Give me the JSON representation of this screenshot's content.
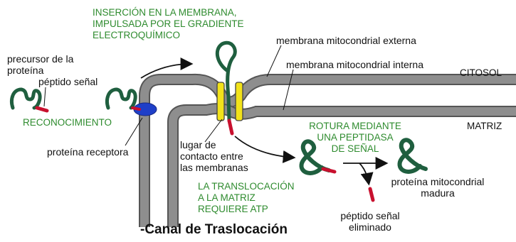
{
  "title_heading": {
    "line1": "INSERCIÓN EN LA MEMBRANA,",
    "line2": "IMPULSADA POR EL GRADIENTE",
    "line3": "ELECTROQUÍMICO"
  },
  "labels": {
    "precursor_line1": "precursor de la",
    "precursor_line2": "proteína",
    "signal_peptide": "péptido señal",
    "recognition": "RECONOCIMIENTO",
    "receptor_protein": "proteína receptora",
    "outer_membrane": "membrana mitocondrial externa",
    "inner_membrane": "membrana mitocondrial interna",
    "cytosol": "CITOSOL",
    "matrix": "MATRIZ",
    "contact_line1": "lugar de",
    "contact_line2": "contacto entre",
    "contact_line3": "las membranas",
    "cleavage_line1": "ROTURA MEDIANTE",
    "cleavage_line2": "UNA PEPTIDASA",
    "cleavage_line3": "DE SEÑAL",
    "translocation_line1": "LA TRANSLOCACIÓN",
    "translocation_line2": "A LA MATRIZ",
    "translocation_line3": "REQUIERE ATP",
    "mature_line1": "proteína mitocondrial",
    "mature_line2": "madura",
    "removed_line1": "péptido señal",
    "removed_line2": "eliminado"
  },
  "caption": "-Canal de Traslocación",
  "colors": {
    "membrane": "#8e8e8e",
    "membrane_outline": "#555555",
    "protein": "#1f5f3f",
    "signal": "#c8102e",
    "receptor": "#1e3fc8",
    "channel": "#f2e21a",
    "label_green": "#2e8b2e"
  }
}
